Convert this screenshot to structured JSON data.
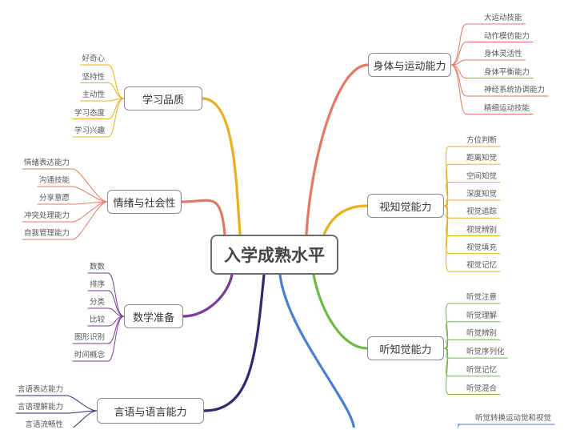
{
  "center": "入学成熟水平",
  "branches": [
    {
      "id": "b0",
      "label": "学习品质",
      "color": "#e8b020",
      "leaves": [
        "好奇心",
        "坚持性",
        "主动性",
        "学习态度",
        "学习兴趣"
      ]
    },
    {
      "id": "b1",
      "label": "情绪与社会性",
      "color": "#e27a63",
      "leaves": [
        "情绪表达能力",
        "沟通技能",
        "分享意愿",
        "冲突处理能力",
        "自我管理能力"
      ]
    },
    {
      "id": "b2",
      "label": "数学准备",
      "color": "#7a3a9a",
      "leaves": [
        "数数",
        "排序",
        "分类",
        "比较",
        "图形识别",
        "时间概念"
      ]
    },
    {
      "id": "b3",
      "label": "言语与语言能力",
      "color": "#2f2a6e",
      "leaves": [
        "言语表达能力",
        "言语理解能力",
        "言语流畅性"
      ]
    },
    {
      "id": "b4",
      "label": "身体与运动能力",
      "color": "#e27a63",
      "leaves": [
        "大运动技能",
        "动作模仿能力",
        "身体灵活性",
        "身体平衡能力",
        "神经系统协调能力",
        "精细运动技能"
      ]
    },
    {
      "id": "b5",
      "label": "视知觉能力",
      "color": "#e8b020",
      "leaves": [
        "方位判断",
        "距离知觉",
        "空间知觉",
        "深度知觉",
        "视觉追踪",
        "视觉辨别",
        "视觉填充",
        "视觉记忆"
      ]
    },
    {
      "id": "b6",
      "label": "听知觉能力",
      "color": "#6fb84a",
      "leaves": [
        "听觉注意",
        "听觉理解",
        "听觉辨别",
        "听觉序列化",
        "听觉记忆",
        "听觉混合"
      ]
    },
    {
      "id": "b7",
      "label": "",
      "color": "#4a7fd0",
      "leaves": [
        "听觉转换运动觉和视觉"
      ]
    }
  ]
}
